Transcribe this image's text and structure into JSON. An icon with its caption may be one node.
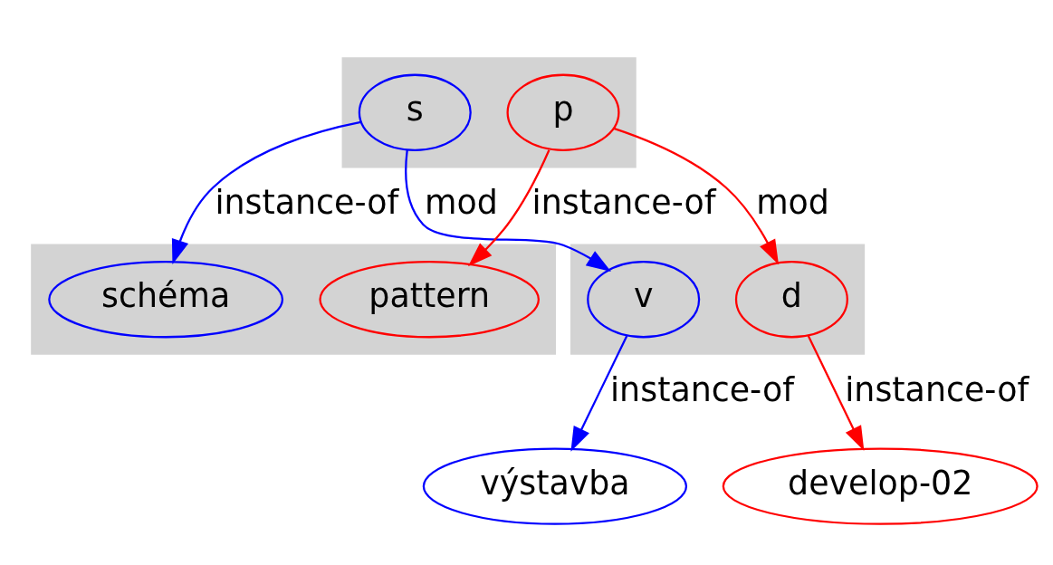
{
  "diagram": {
    "nodes": [
      {
        "text": [],
        "shape": "box"
      },
      {
        "text": [
          "s"
        ],
        "in": 0
      },
      {
        "text": [
          "p"
        ],
        "in": 0
      },
      {
        "text": [],
        "shape": "box"
      },
      {
        "text": [
          "schéma"
        ],
        "in": 3
      },
      {
        "text": [
          "pattern"
        ],
        "in": 3
      },
      {
        "text": [],
        "shape": "box"
      },
      {
        "text": [
          "v"
        ],
        "in": 6
      },
      {
        "text": [
          "d"
        ],
        "in": 6
      },
      {
        "text": [
          "výstavba"
        ]
      },
      {
        "text": [
          "develop-02"
        ]
      }
    ],
    "edges": [
      {
        "from": 1,
        "to": 4,
        "arrow": "to",
        "label": "instance-of",
        "color": "#0000ff"
      },
      {
        "from": 1,
        "to": 7,
        "arrow": "to",
        "label": "mod",
        "color": "#0000ff"
      },
      {
        "from": 2,
        "to": 5,
        "arrow": "to",
        "label": "instance-of",
        "color": "#ff0000"
      },
      {
        "from": 2,
        "to": 8,
        "arrow": "to",
        "label": "mod",
        "color": "#ff0000"
      },
      {
        "from": 7,
        "to": 9,
        "arrow": "to",
        "label": "instance-of",
        "color": "#0000ff"
      },
      {
        "from": 8,
        "to": 10,
        "arrow": "to",
        "label": "instance-of",
        "color": "#ff0000"
      }
    ]
  }
}
